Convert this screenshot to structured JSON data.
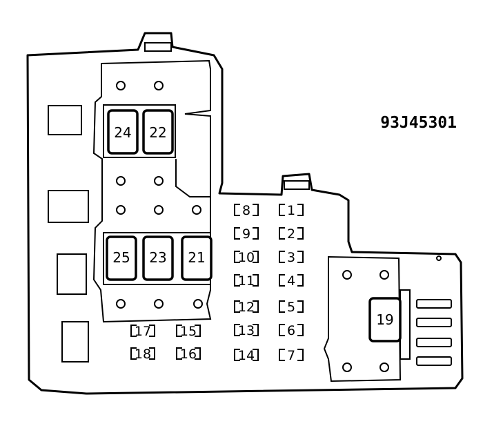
{
  "diagram_code": "93J45301",
  "relays": [
    {
      "id": "relay-24",
      "label": "24"
    },
    {
      "id": "relay-22",
      "label": "22"
    },
    {
      "id": "relay-25",
      "label": "25"
    },
    {
      "id": "relay-23",
      "label": "23"
    },
    {
      "id": "relay-21",
      "label": "21"
    },
    {
      "id": "relay-19",
      "label": "19"
    }
  ],
  "fuses": [
    {
      "id": "fuse-8",
      "label": "8"
    },
    {
      "id": "fuse-1",
      "label": "1"
    },
    {
      "id": "fuse-9",
      "label": "9"
    },
    {
      "id": "fuse-2",
      "label": "2"
    },
    {
      "id": "fuse-10",
      "label": "10"
    },
    {
      "id": "fuse-3",
      "label": "3"
    },
    {
      "id": "fuse-11",
      "label": "11"
    },
    {
      "id": "fuse-4",
      "label": "4"
    },
    {
      "id": "fuse-12",
      "label": "12"
    },
    {
      "id": "fuse-5",
      "label": "5"
    },
    {
      "id": "fuse-13",
      "label": "13"
    },
    {
      "id": "fuse-6",
      "label": "6"
    },
    {
      "id": "fuse-14",
      "label": "14"
    },
    {
      "id": "fuse-7",
      "label": "7"
    },
    {
      "id": "fuse-17",
      "label": "17"
    },
    {
      "id": "fuse-15",
      "label": "15"
    },
    {
      "id": "fuse-18",
      "label": "18"
    },
    {
      "id": "fuse-16",
      "label": "16"
    }
  ]
}
